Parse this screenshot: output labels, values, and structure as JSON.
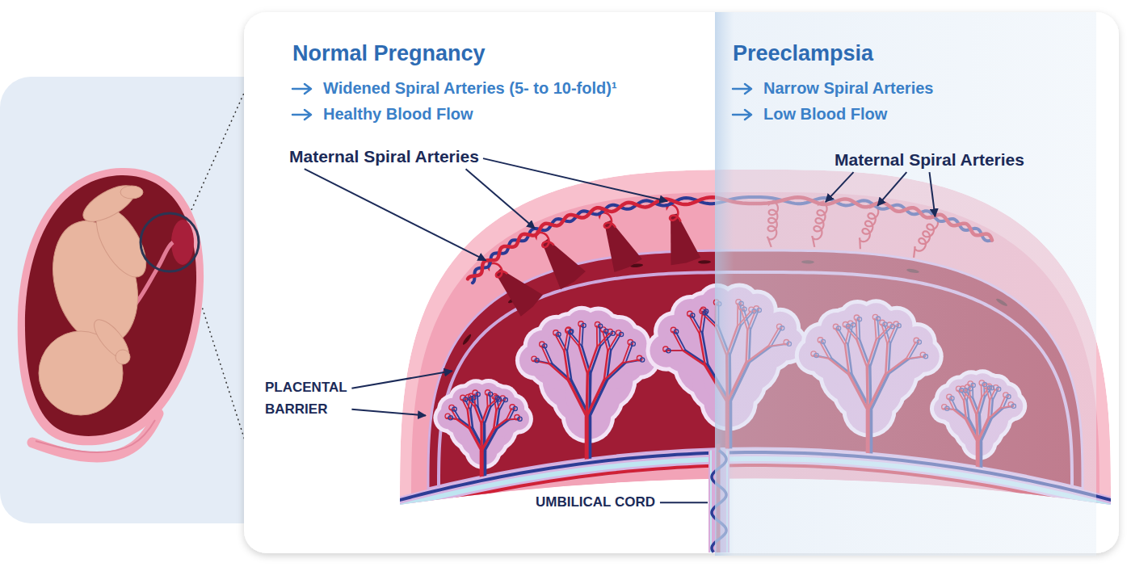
{
  "diagram": {
    "labels": [
      "Normal Pregnancy",
      "Widened Spiral Arteries (5- to 10-fold)¹",
      "Healthy Blood Flow",
      "Preeclampsia",
      "Narrow Spiral Arteries",
      "Low Blood Flow",
      "Maternal Spiral Arteries",
      "Maternal Spiral Arteries",
      "PLACENTAL BARRIER",
      "UMBILICAL CORD"
    ]
  }
}
